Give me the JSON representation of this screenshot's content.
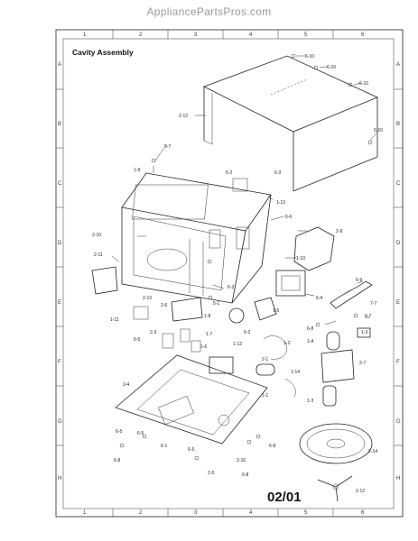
{
  "watermark": "AppliancePartsPros.com",
  "title": "Cavity Assembly",
  "page_code": "02/01",
  "grid": {
    "columns": [
      "1",
      "2",
      "3",
      "4",
      "5",
      "6"
    ],
    "rows": [
      "A",
      "B",
      "C",
      "D",
      "E",
      "F",
      "G",
      "H"
    ]
  },
  "callouts": [
    {
      "label": "6-10"
    },
    {
      "label": "6-10"
    },
    {
      "label": "6-10"
    },
    {
      "label": "6-10"
    },
    {
      "label": "2-12"
    },
    {
      "label": "8-7"
    },
    {
      "label": "1-9"
    },
    {
      "label": "5-2"
    },
    {
      "label": "6-3"
    },
    {
      "label": "1-13"
    },
    {
      "label": "2-10"
    },
    {
      "label": "6-6"
    },
    {
      "label": "2-9"
    },
    {
      "label": "2-11"
    },
    {
      "label": "1-10"
    },
    {
      "label": "6-4"
    },
    {
      "label": "6-2"
    },
    {
      "label": "6-9"
    },
    {
      "label": "2-13"
    },
    {
      "label": "2-6"
    },
    {
      "label": "5-1"
    },
    {
      "label": "1-5"
    },
    {
      "label": "7-7"
    },
    {
      "label": "1-11"
    },
    {
      "label": "1-8"
    },
    {
      "label": "6-8"
    },
    {
      "label": "6-7"
    },
    {
      "label": "6-5"
    },
    {
      "label": "2-3"
    },
    {
      "label": "1-7"
    },
    {
      "label": "6-2"
    },
    {
      "label": "1-2"
    },
    {
      "label": "1-4"
    },
    {
      "label": "1-3"
    },
    {
      "label": "1-12"
    },
    {
      "label": "1-6"
    },
    {
      "label": "2-1"
    },
    {
      "label": "2-7"
    },
    {
      "label": "1-14"
    },
    {
      "label": "2-4"
    },
    {
      "label": "1-1"
    },
    {
      "label": "1-3"
    },
    {
      "label": "6-5"
    },
    {
      "label": "6-5"
    },
    {
      "label": "6-1"
    },
    {
      "label": "6-8"
    },
    {
      "label": "2-14"
    },
    {
      "label": "6-5"
    },
    {
      "label": "2-5"
    },
    {
      "label": "2-16"
    },
    {
      "label": "6-8"
    },
    {
      "label": "2-12"
    },
    {
      "label": "6-8"
    }
  ]
}
